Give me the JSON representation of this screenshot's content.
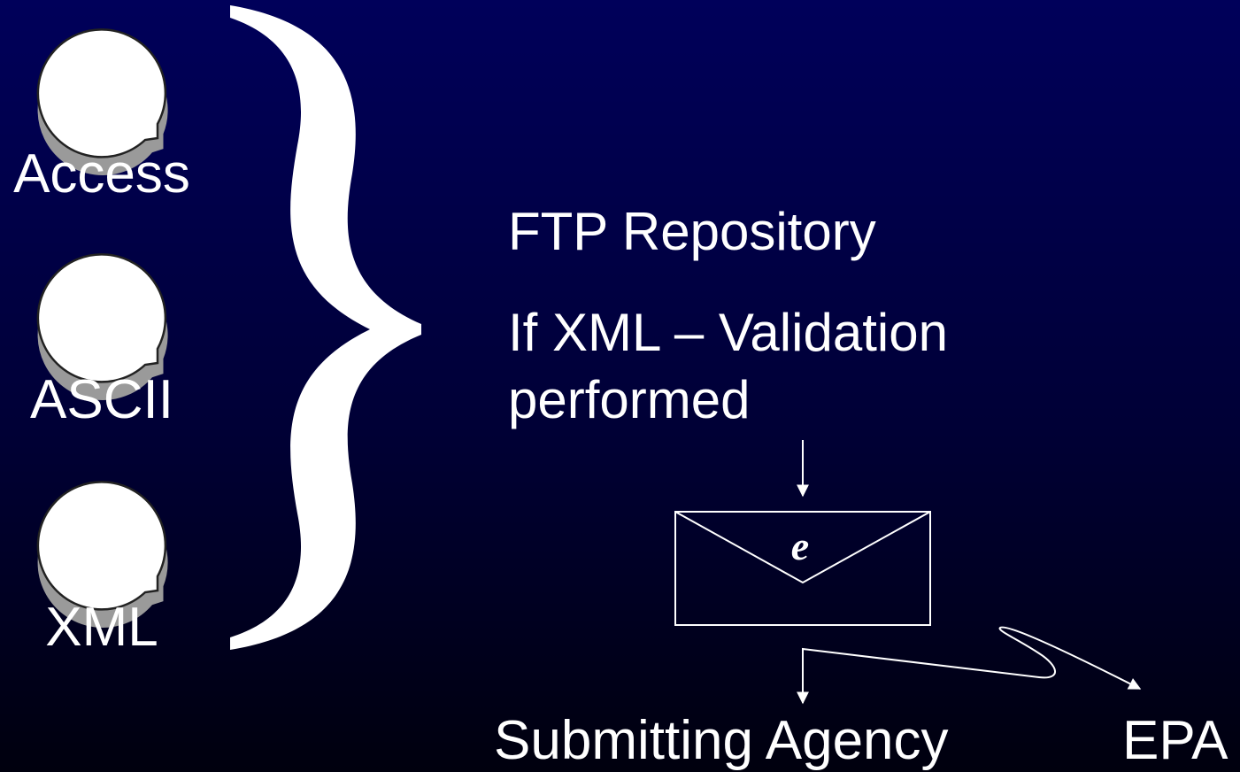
{
  "sources": [
    {
      "id": "access",
      "label": "Access",
      "icon": "speech-bubble-icon"
    },
    {
      "id": "ascii",
      "label": "ASCII",
      "icon": "speech-bubble-icon"
    },
    {
      "id": "xml",
      "label": "XML",
      "icon": "speech-bubble-icon"
    }
  ],
  "brace_icon": "right-curly-brace",
  "repository": {
    "title": "FTP Repository",
    "validation_line1": "If XML – Validation",
    "validation_line2": "performed"
  },
  "email": {
    "icon": "envelope-icon",
    "letter": "e"
  },
  "destinations": {
    "agency": "Submitting Agency",
    "epa": "EPA"
  },
  "colors": {
    "background_top": "#00005a",
    "background_bottom": "#00000e",
    "foreground": "#ffffff",
    "bubble_shadow": "#9a9a9a"
  }
}
